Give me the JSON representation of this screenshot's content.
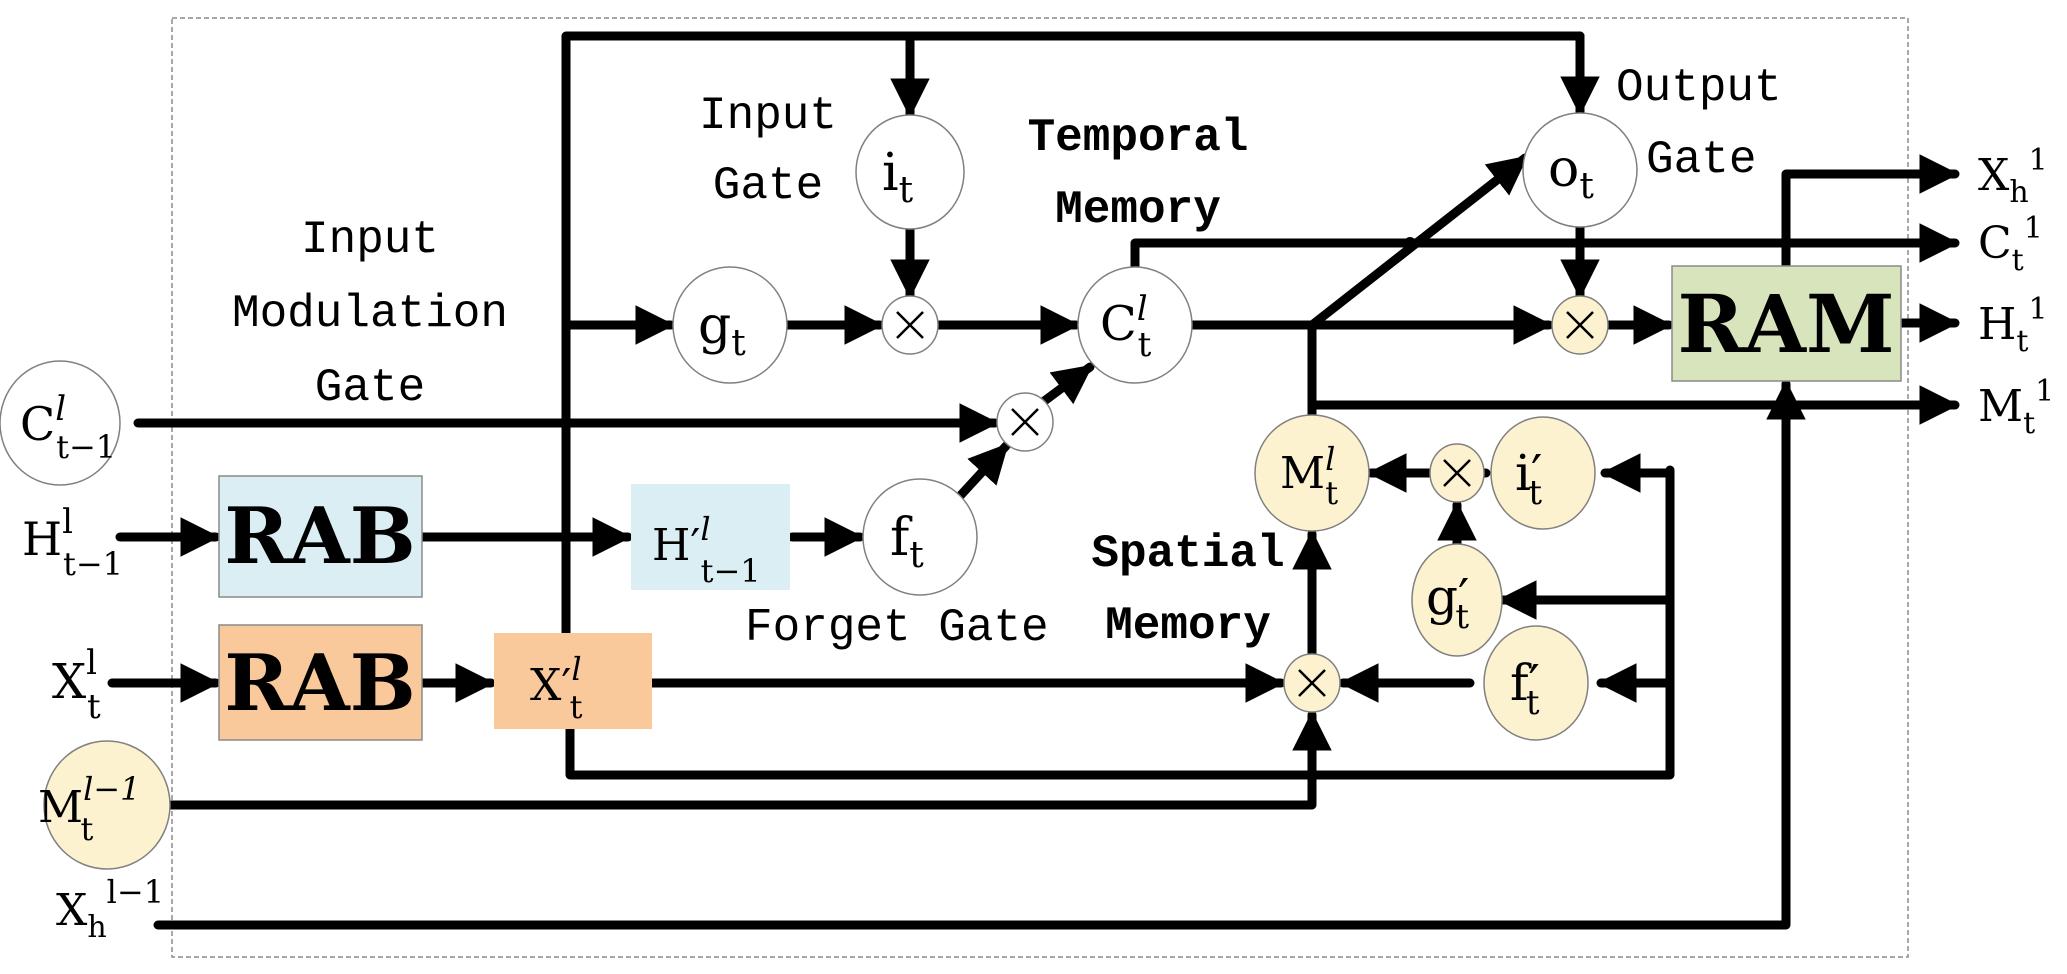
{
  "diagram": {
    "title": "Spatio-temporal LSTM cell with RAB / RAM modules",
    "colors": {
      "rab_top": "#dbeef3",
      "rab_bottom": "#f9c89b",
      "ram": "#d8e4bc",
      "spatial_node": "#fdf2d0",
      "temporal_node": "#ffffff",
      "line": "#000000",
      "border": "#8c8c8c"
    },
    "gate_labels": {
      "input_gate": [
        "Input",
        "Gate"
      ],
      "input_modulation_gate": [
        "Input",
        "Modulation",
        "Gate"
      ],
      "forget_gate": "Forget Gate",
      "output_gate": [
        "Output",
        "Gate"
      ],
      "temporal_memory": [
        "Temporal",
        "Memory"
      ],
      "spatial_memory": [
        "Spatial",
        "Memory"
      ]
    },
    "blocks": {
      "rab_hidden": "RAB",
      "rab_input": "RAB",
      "ram": "RAM",
      "h_prime": {
        "base": "H′",
        "sup": "l",
        "sub": "t−1"
      },
      "x_prime": {
        "base": "X′",
        "sup": "l",
        "sub": "t"
      }
    },
    "nodes": {
      "i_t": {
        "base": "i",
        "sub": "t"
      },
      "g_t": {
        "base": "g",
        "sub": "t"
      },
      "f_t": {
        "base": "f",
        "sub": "t"
      },
      "o_t": {
        "base": "o",
        "sub": "t"
      },
      "c_t": {
        "base": "C",
        "sup": "l",
        "sub": "t"
      },
      "m_t": {
        "base": "M",
        "sup": "l",
        "sub": "t"
      },
      "i_prime": {
        "base": "i′",
        "sub": "t"
      },
      "g_prime": {
        "base": "g′",
        "sub": "t"
      },
      "f_prime": {
        "base": "f′",
        "sub": "t"
      },
      "multiply_symbol": "×"
    },
    "inputs": {
      "c_prev": {
        "base": "C",
        "sup": "l",
        "sub": "t−1"
      },
      "h_prev": {
        "base": "H",
        "sup": "l",
        "sub": "t−1"
      },
      "x_t": {
        "base": "X",
        "sup": "l",
        "sub": "t"
      },
      "m_prev_layer": {
        "base": "M",
        "sup": "l−1",
        "sub": "t"
      },
      "xh_prev_layer": {
        "base": "X",
        "sub": "h",
        "sup": "l−1"
      }
    },
    "outputs": {
      "xh": {
        "base": "X",
        "sub": "h",
        "sup": "1"
      },
      "c": {
        "base": "C",
        "sub": "t",
        "sup": "1"
      },
      "h": {
        "base": "H",
        "sub": "t",
        "sup": "1"
      },
      "m": {
        "base": "M",
        "sub": "t",
        "sup": "1"
      }
    }
  }
}
